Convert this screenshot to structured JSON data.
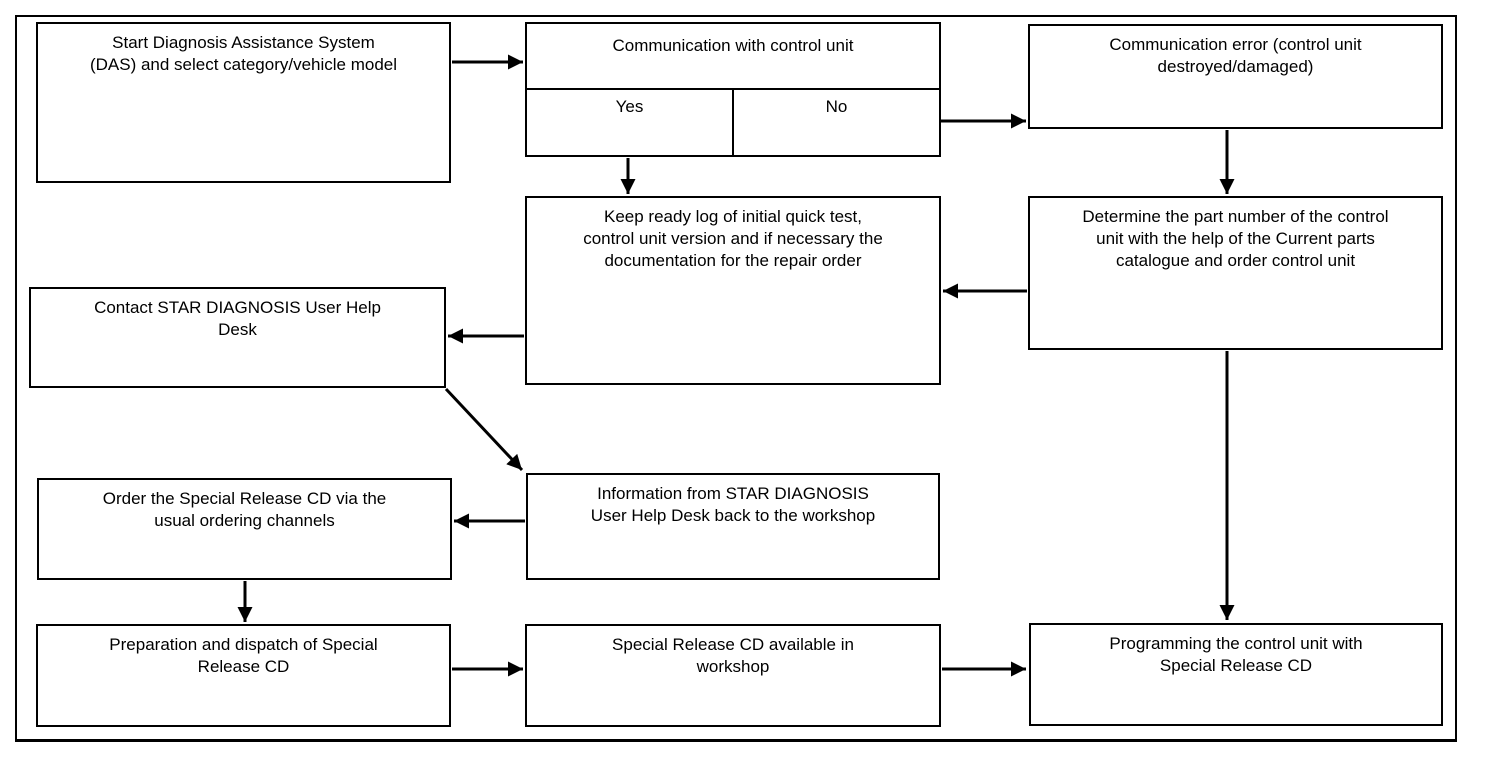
{
  "colors": {
    "background": "#ffffff",
    "line": "#000000",
    "text": "#000000"
  },
  "diagram_type": "flowchart",
  "nodes": {
    "start": "Start Diagnosis Assistance System\n(DAS) and select category/vehicle model",
    "comm_check": "Communication with control unit",
    "comm_yes": "Yes",
    "comm_no": "No",
    "comm_error": "Communication error (control unit\ndestroyed/damaged)",
    "keep_log": "Keep ready log of initial quick test,\ncontrol unit version and if necessary the\ndocumentation for the repair order",
    "determine_part": "Determine the part number of the control\nunit with the help of the Current parts\ncatalogue and order control unit",
    "contact_desk": "Contact STAR DIAGNOSIS User Help\nDesk",
    "order_cd": "Order the Special Release CD via the\nusual ordering channels",
    "info_back": "Information from STAR DIAGNOSIS\nUser Help Desk back to the workshop",
    "prep_dispatch": "Preparation and dispatch of Special\nRelease CD",
    "cd_available": "Special Release CD available in\nworkshop",
    "programming": "Programming the control unit with\nSpecial Release CD"
  },
  "edges": [
    {
      "from": "start",
      "to": "comm_check"
    },
    {
      "from": "comm_no",
      "to": "comm_error"
    },
    {
      "from": "comm_yes",
      "to": "keep_log"
    },
    {
      "from": "comm_error",
      "to": "determine_part"
    },
    {
      "from": "determine_part",
      "to": "keep_log"
    },
    {
      "from": "keep_log",
      "to": "contact_desk"
    },
    {
      "from": "contact_desk",
      "to": "info_back"
    },
    {
      "from": "info_back",
      "to": "order_cd"
    },
    {
      "from": "order_cd",
      "to": "prep_dispatch"
    },
    {
      "from": "prep_dispatch",
      "to": "cd_available"
    },
    {
      "from": "cd_available",
      "to": "programming"
    },
    {
      "from": "determine_part",
      "to": "programming"
    }
  ]
}
